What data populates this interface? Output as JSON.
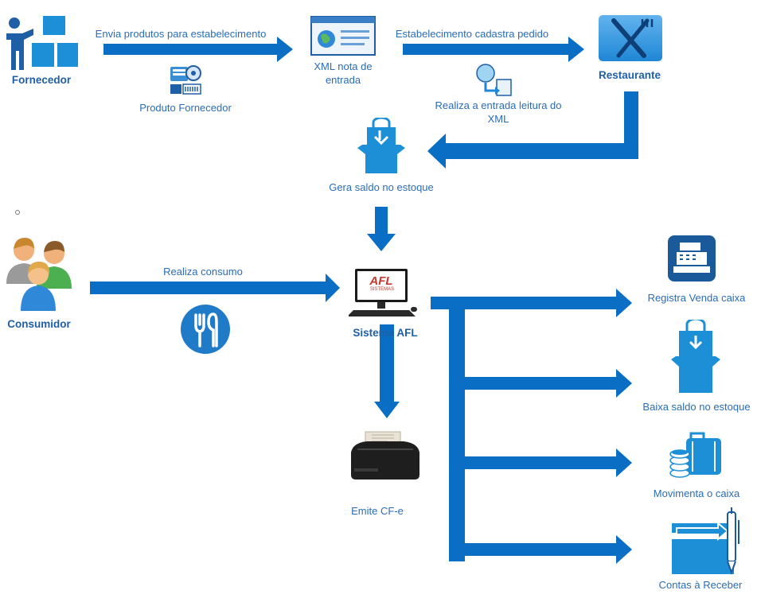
{
  "colors": {
    "arrow": "#0a6ec4",
    "label": "#2a6db5",
    "icon_blue": "#1c8fd6",
    "icon_dark": "#1f5fa8"
  },
  "nodes": {
    "fornecedor": "Fornecedor",
    "produto_fornecedor": "Produto Fornecedor",
    "xml_nota": "XML nota de entrada",
    "restaurante": "Restaurante",
    "realiza_leitura": "Realiza a entrada leitura do XML",
    "gera_saldo": "Gera saldo no estoque",
    "consumidor": "Consumidor",
    "sistema_afl": "Sistema AFL",
    "emite_cfe": "Emite CF-e",
    "registra_venda": "Registra Venda caixa",
    "baixa_saldo": "Baixa saldo no estoque",
    "movimenta_caixa": "Movimenta o caixa",
    "contas_receber": "Contas à Receber"
  },
  "edges": {
    "envia_produtos": "Envia produtos para estabelecimento",
    "cadastra_pedido": "Estabelecimento cadastra pedido",
    "realiza_consumo": "Realiza consumo"
  },
  "logos": {
    "afl": "AFL",
    "afl_sub": "SISTEMAS"
  },
  "icons": {
    "fornecedor": "supplier-boxes-icon",
    "produto": "product-catalog-icon",
    "xml": "xml-document-icon",
    "restaurante": "fork-knife-icon",
    "leitura": "data-import-icon",
    "estoque": "stock-box-icon",
    "consumidor": "people-group-icon",
    "consumo": "cutlery-circle-icon",
    "sistema": "computer-monitor-icon",
    "impressora": "receipt-printer-icon",
    "caixa": "cash-register-icon",
    "baixa": "stock-box-down-icon",
    "movimenta": "coins-bag-icon",
    "contas": "card-pen-icon"
  }
}
